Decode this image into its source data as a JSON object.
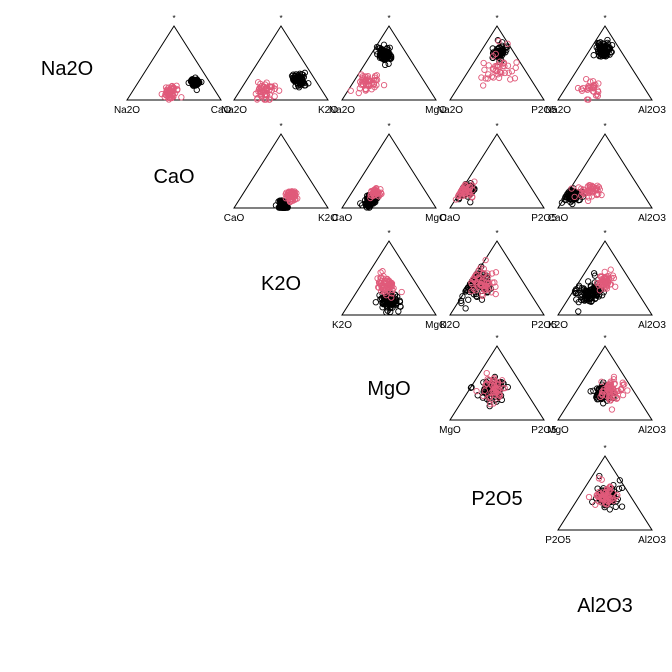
{
  "chart_data": {
    "type": "scatter",
    "subtype": "ternary-pairs-matrix",
    "variables": [
      "Na2O",
      "CaO",
      "K2O",
      "MgO",
      "P2O5",
      "Al2O3"
    ],
    "apex_label": "*",
    "marker": "open-circle",
    "series": [
      {
        "color": "#000000"
      },
      {
        "color": "#e05a7a"
      }
    ],
    "panels": [
      {
        "left": "Na2O",
        "right": "CaO",
        "clusters": [
          {
            "series": 0,
            "count": 85,
            "center": [
              0.16,
              0.6,
              0.24
            ],
            "spread": 0.03
          },
          {
            "series": 1,
            "count": 55,
            "center": [
              0.48,
              0.4,
              0.12
            ],
            "spread": 0.06
          }
        ]
      },
      {
        "left": "Na2O",
        "right": "K2O",
        "clusters": [
          {
            "series": 0,
            "count": 80,
            "center": [
              0.18,
              0.55,
              0.27
            ],
            "spread": 0.05
          },
          {
            "series": 1,
            "count": 50,
            "center": [
              0.62,
              0.28,
              0.1
            ],
            "spread": 0.07
          }
        ]
      },
      {
        "left": "Na2O",
        "right": "MgO",
        "clusters": [
          {
            "series": 0,
            "count": 90,
            "center": [
              0.23,
              0.15,
              0.62
            ],
            "spread": 0.05
          },
          {
            "series": 1,
            "count": 50,
            "center": [
              0.6,
              0.17,
              0.23
            ],
            "spread": 0.07
          }
        ]
      },
      {
        "left": "Na2O",
        "right": "P2O5",
        "clusters": [
          {
            "series": 0,
            "count": 70,
            "center": [
              0.15,
              0.2,
              0.65
            ],
            "spread": 0.05
          },
          {
            "series": 1,
            "count": 40,
            "center": [
              0.3,
              0.3,
              0.4
            ],
            "spread": 0.12
          }
        ]
      },
      {
        "left": "Na2O",
        "right": "Al2O3",
        "clusters": [
          {
            "series": 0,
            "count": 110,
            "center": [
              0.18,
              0.15,
              0.67
            ],
            "spread": 0.05
          },
          {
            "series": 1,
            "count": 30,
            "center": [
              0.55,
              0.3,
              0.15
            ],
            "spread": 0.07
          }
        ]
      },
      {
        "left": "CaO",
        "right": "K2O",
        "clusters": [
          {
            "series": 0,
            "count": 90,
            "center": [
              0.46,
              0.5,
              0.04
            ],
            "spread": 0.04
          },
          {
            "series": 1,
            "count": 60,
            "center": [
              0.31,
              0.52,
              0.17
            ],
            "spread": 0.04
          }
        ]
      },
      {
        "left": "CaO",
        "right": "MgO",
        "clusters": [
          {
            "series": 0,
            "count": 80,
            "center": [
              0.65,
              0.25,
              0.1
            ],
            "spread": 0.04
          },
          {
            "series": 1,
            "count": 35,
            "center": [
              0.55,
              0.25,
              0.2
            ],
            "spread": 0.04
          }
        ]
      },
      {
        "left": "CaO",
        "right": "P2O5",
        "clusters": [
          {
            "series": 0,
            "count": 65,
            "center": [
              0.7,
              0.05,
              0.25
            ],
            "spread": 0.06
          },
          {
            "series": 1,
            "count": 45,
            "center": [
              0.72,
              0.05,
              0.23
            ],
            "spread": 0.07
          }
        ]
      },
      {
        "left": "CaO",
        "right": "Al2O3",
        "clusters": [
          {
            "series": 0,
            "count": 70,
            "center": [
              0.75,
              0.08,
              0.17
            ],
            "spread": 0.05
          },
          {
            "series": 1,
            "count": 45,
            "center": [
              0.55,
              0.22,
              0.23
            ],
            "spread": 0.07
          }
        ]
      },
      {
        "left": "K2O",
        "right": "MgO",
        "clusters": [
          {
            "series": 0,
            "count": 95,
            "center": [
              0.4,
              0.42,
              0.18
            ],
            "spread": 0.07
          },
          {
            "series": 1,
            "count": 60,
            "center": [
              0.32,
              0.28,
              0.4
            ],
            "spread": 0.07
          }
        ]
      },
      {
        "left": "K2O",
        "right": "P2O5",
        "clusters": [
          {
            "series": 0,
            "count": 85,
            "center": [
              0.5,
              0.1,
              0.4
            ],
            "spread": 0.11
          },
          {
            "series": 1,
            "count": 55,
            "center": [
              0.45,
              0.12,
              0.43
            ],
            "spread": 0.11
          }
        ]
      },
      {
        "left": "K2O",
        "right": "Al2O3",
        "clusters": [
          {
            "series": 0,
            "count": 100,
            "center": [
              0.5,
              0.2,
              0.3
            ],
            "spread": 0.08
          },
          {
            "series": 1,
            "count": 55,
            "center": [
              0.28,
              0.28,
              0.44
            ],
            "spread": 0.07
          }
        ]
      },
      {
        "left": "MgO",
        "right": "P2O5",
        "clusters": [
          {
            "series": 0,
            "count": 85,
            "center": [
              0.35,
              0.23,
              0.42
            ],
            "spread": 0.09
          },
          {
            "series": 1,
            "count": 45,
            "center": [
              0.33,
              0.25,
              0.42
            ],
            "spread": 0.09
          }
        ]
      },
      {
        "left": "MgO",
        "right": "Al2O3",
        "clusters": [
          {
            "series": 0,
            "count": 90,
            "center": [
              0.33,
              0.3,
              0.37
            ],
            "spread": 0.07
          },
          {
            "series": 1,
            "count": 60,
            "center": [
              0.25,
              0.35,
              0.4
            ],
            "spread": 0.09
          }
        ]
      },
      {
        "left": "P2O5",
        "right": "Al2O3",
        "clusters": [
          {
            "series": 0,
            "count": 85,
            "center": [
              0.25,
              0.3,
              0.45
            ],
            "spread": 0.08
          },
          {
            "series": 1,
            "count": 55,
            "center": [
              0.25,
              0.28,
              0.47
            ],
            "spread": 0.08
          }
        ]
      }
    ]
  }
}
